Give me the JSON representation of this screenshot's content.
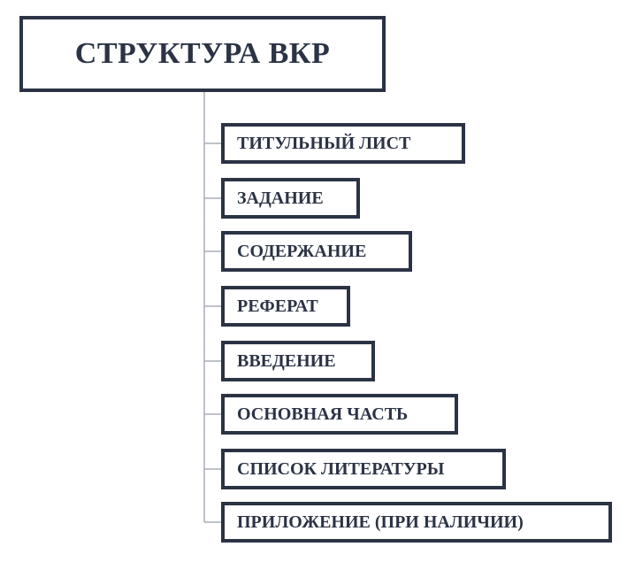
{
  "root": {
    "title": "СТРУКТУРА ВКР"
  },
  "items": [
    {
      "label": "ТИТУЛЬНЫЙ ЛИСТ"
    },
    {
      "label": "ЗАДАНИЕ"
    },
    {
      "label": "СОДЕРЖАНИЕ"
    },
    {
      "label": "РЕФЕРАТ"
    },
    {
      "label": "ВВЕДЕНИЕ"
    },
    {
      "label": "ОСНОВНАЯ ЧАСТЬ"
    },
    {
      "label": "СПИСОК ЛИТЕРАТУРЫ"
    },
    {
      "label": "ПРИЛОЖЕНИЕ (ПРИ НАЛИЧИИ)"
    }
  ],
  "colors": {
    "border": "#2b3345",
    "connector": "#a9adb5",
    "text": "#2b3345"
  }
}
